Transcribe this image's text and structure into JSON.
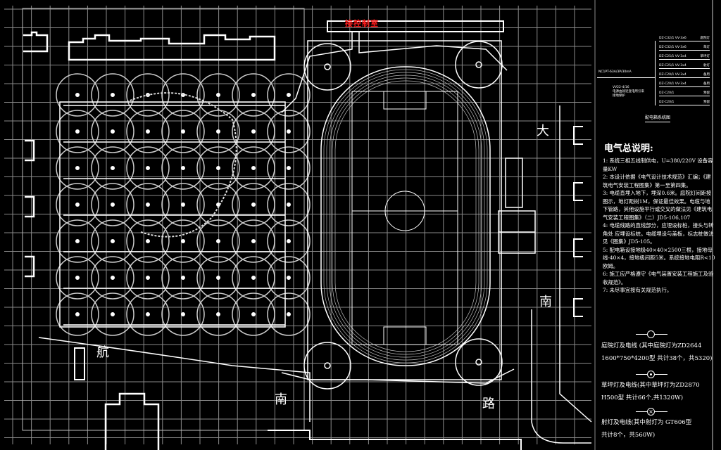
{
  "drawing": {
    "control_room_label": "接控制室",
    "road_labels": [
      "大",
      "南",
      "航",
      "南",
      "路"
    ],
    "colors": {
      "background": "#000000",
      "grid": "#8a8a8a",
      "lines": "#ffffff",
      "accent": "#ff1a1a"
    }
  },
  "system_diagram": {
    "title": "配电箱系统图",
    "main_breaker": "NC1PT-63A/3P/30mA",
    "feed_note": [
      "VV22-4/16",
      "电源由就近变电所引来",
      "接地保护"
    ],
    "circuits": [
      {
        "breaker": "DZ-C32/1",
        "cable": "VV-3x6",
        "load": "庭院灯"
      },
      {
        "breaker": "DZ-C32/1",
        "cable": "VV-3x6",
        "load": "草灯"
      },
      {
        "breaker": "DZ-C25/1",
        "cable": "VV-3x4",
        "load": "草坪灯"
      },
      {
        "breaker": "DZ-C25/1",
        "cable": "VV-3x4",
        "load": "射灯"
      },
      {
        "breaker": "DZ-C20/1",
        "cable": "VV-3x4",
        "load": "备用"
      },
      {
        "breaker": "DZ-C20/1",
        "cable": "VV-3x4",
        "load": "备用"
      },
      {
        "breaker": "DZ-C20/1",
        "cable": "",
        "load": "预留"
      },
      {
        "breaker": "DZ-C20/1",
        "cable": "",
        "load": "预留"
      }
    ]
  },
  "notes": {
    "title": "电气总说明:",
    "items": [
      "1: 系统三相五线制供电，U=380/220V  设备容量KW",
      "2: 本设计依据《电气设计技术规范》汇编；《建筑电气安装工程图集》第一至第四集。",
      "3: 电缆直埋入地下，埋深0.6米。庭院灯间距按图示，地灯距树1M，保证最佳效果。电缆与地下管路，其他设施平行或交叉的做法见《建筑电气安装工程图集》（二）JD5-106,107",
      "4: 电缆线路的直线部分，应埋设标桩，接头与转角处 应埋设标桩。电缆埋设与盖板，标志桩做法见《图集》JD5-105。",
      "5: 配电箱设接地极40×40×2500三根，接地母线-40×4，接地极间距5米。系统接地电阻R<10欧姆。",
      "6: 施工应严格遵守《电气装置安装工程施工及验收规范》。",
      "7: 未尽事宜按有关规范执行。"
    ]
  },
  "legend": [
    {
      "icon": "courtyard-lamp-icon",
      "lines": [
        "庭院灯及电线 (其中庭院灯为ZD2644",
        "1600*750*4200型 共计38个，共5320)"
      ]
    },
    {
      "icon": "lawn-lamp-icon",
      "lines": [
        "草坪灯及电线(其中草坪灯为ZD2870",
        "H500型  共计66个,共1320W)"
      ]
    },
    {
      "icon": "spotlight-icon",
      "lines": [
        "射灯及电线(其中射灯为  GT606型",
        "共计8个，共560W)"
      ]
    }
  ]
}
